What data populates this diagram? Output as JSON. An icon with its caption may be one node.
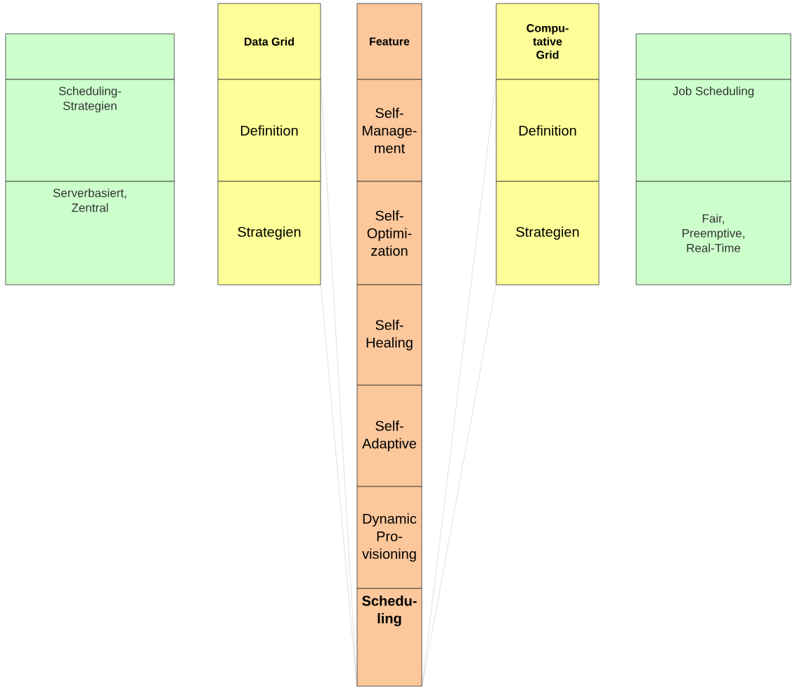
{
  "diagram": {
    "nodes": [
      {
        "text": [],
        "shape": "box"
      },
      {
        "text": [
          "Scheduling- Strategien"
        ]
      },
      {
        "text": [
          "Serverbasiert, Zentral"
        ]
      },
      {
        "text": [
          "Data Grid"
        ]
      },
      {
        "text": [
          "Definition"
        ]
      },
      {
        "text": [
          "Strategien"
        ]
      },
      {
        "text": [
          "Feature"
        ]
      },
      {
        "text": [
          "Self- Manage- ment"
        ]
      },
      {
        "text": [
          "Self- Optimi- zation"
        ]
      },
      {
        "text": [
          "Self- Healing"
        ]
      },
      {
        "text": [
          "Self- Adaptive"
        ]
      },
      {
        "text": [
          "Dynamic Pro- visioning"
        ]
      },
      {
        "text": [
          "Schedu- ling"
        ]
      },
      {
        "text": [
          "Compu- tative Grid"
        ]
      },
      {
        "text": [
          "Definition"
        ]
      },
      {
        "text": [
          "Strategien"
        ]
      },
      {
        "text": [],
        "shape": "box"
      },
      {
        "text": [
          "Job Scheduling"
        ]
      },
      {
        "text": [
          "Fair, Preemptive, Real-Time"
        ]
      }
    ],
    "edges": [
      {
        "from": 4,
        "to": 12,
        "arrow": "none",
        "style": "dashed"
      },
      {
        "from": 5,
        "to": 12,
        "arrow": "none",
        "style": "dashed"
      },
      {
        "from": 14,
        "to": 12,
        "arrow": "none",
        "style": "dashed"
      },
      {
        "from": 15,
        "to": 12,
        "arrow": "none",
        "style": "dashed"
      }
    ]
  }
}
